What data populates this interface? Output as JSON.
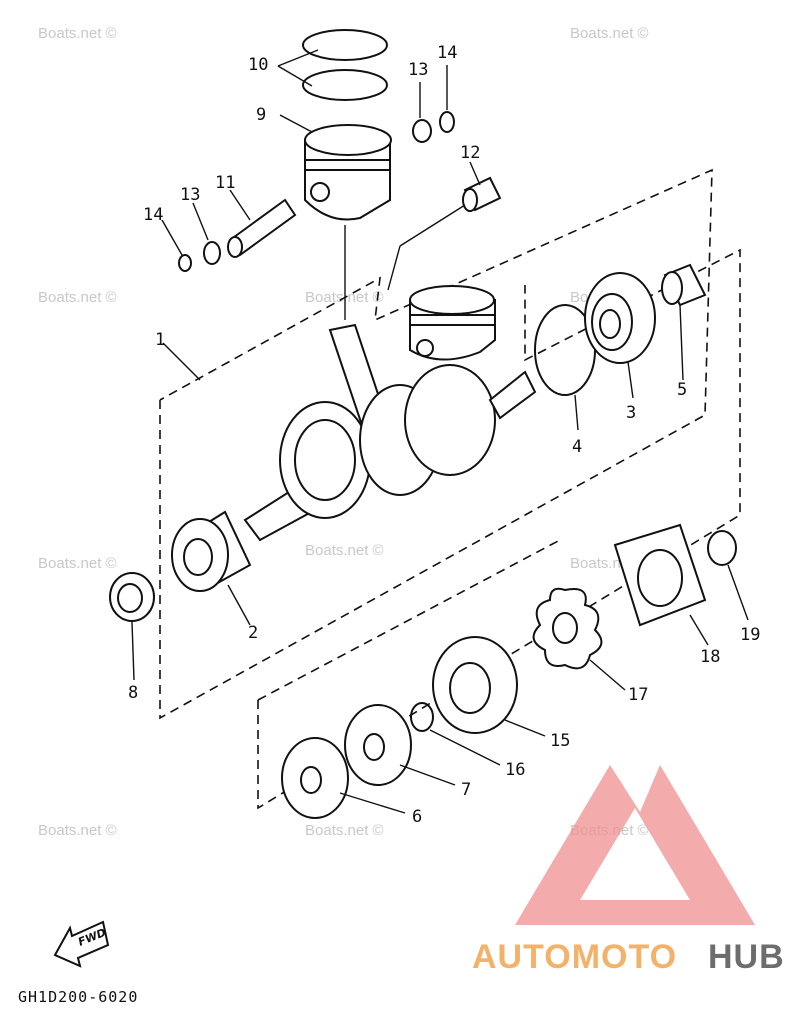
{
  "watermark": "Boats.net ©",
  "diagram_code": "GH1D200-6020",
  "fwd_label": "FWD",
  "brand": {
    "part1": "AUTOMOTO",
    "part2": "HUB",
    "color_orange": "#f3b26a",
    "color_gray": "#6d6d6d",
    "color_triangle": "#ef8f8f"
  },
  "callouts": [
    "1",
    "2",
    "3",
    "4",
    "5",
    "6",
    "7",
    "8",
    "9",
    "10",
    "11",
    "12",
    "13",
    "13",
    "14",
    "14",
    "15",
    "16",
    "17",
    "18",
    "19"
  ]
}
